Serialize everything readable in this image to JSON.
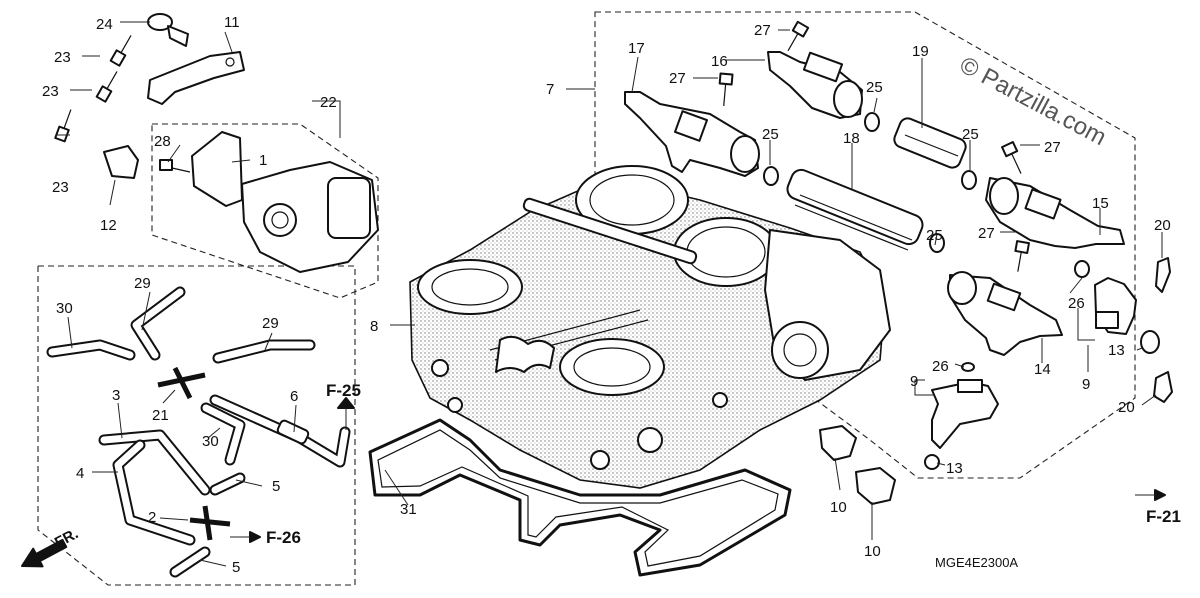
{
  "diagram": {
    "watermark": "© Partzilla.com",
    "diagram_code": "MGE4E2300A",
    "direction_label": "FR.",
    "callouts": [
      "1",
      "2",
      "3",
      "4",
      "5",
      "5",
      "6",
      "7",
      "8",
      "9",
      "9",
      "10",
      "10",
      "11",
      "12",
      "13",
      "13",
      "14",
      "15",
      "16",
      "17",
      "18",
      "19",
      "20",
      "20",
      "21",
      "22",
      "23",
      "23",
      "23",
      "24",
      "25",
      "25",
      "25",
      "25",
      "26",
      "26",
      "27",
      "27",
      "27",
      "27",
      "28",
      "29",
      "29",
      "30",
      "30",
      "31"
    ],
    "references": [
      "F-25",
      "F-26",
      "F-21"
    ]
  }
}
